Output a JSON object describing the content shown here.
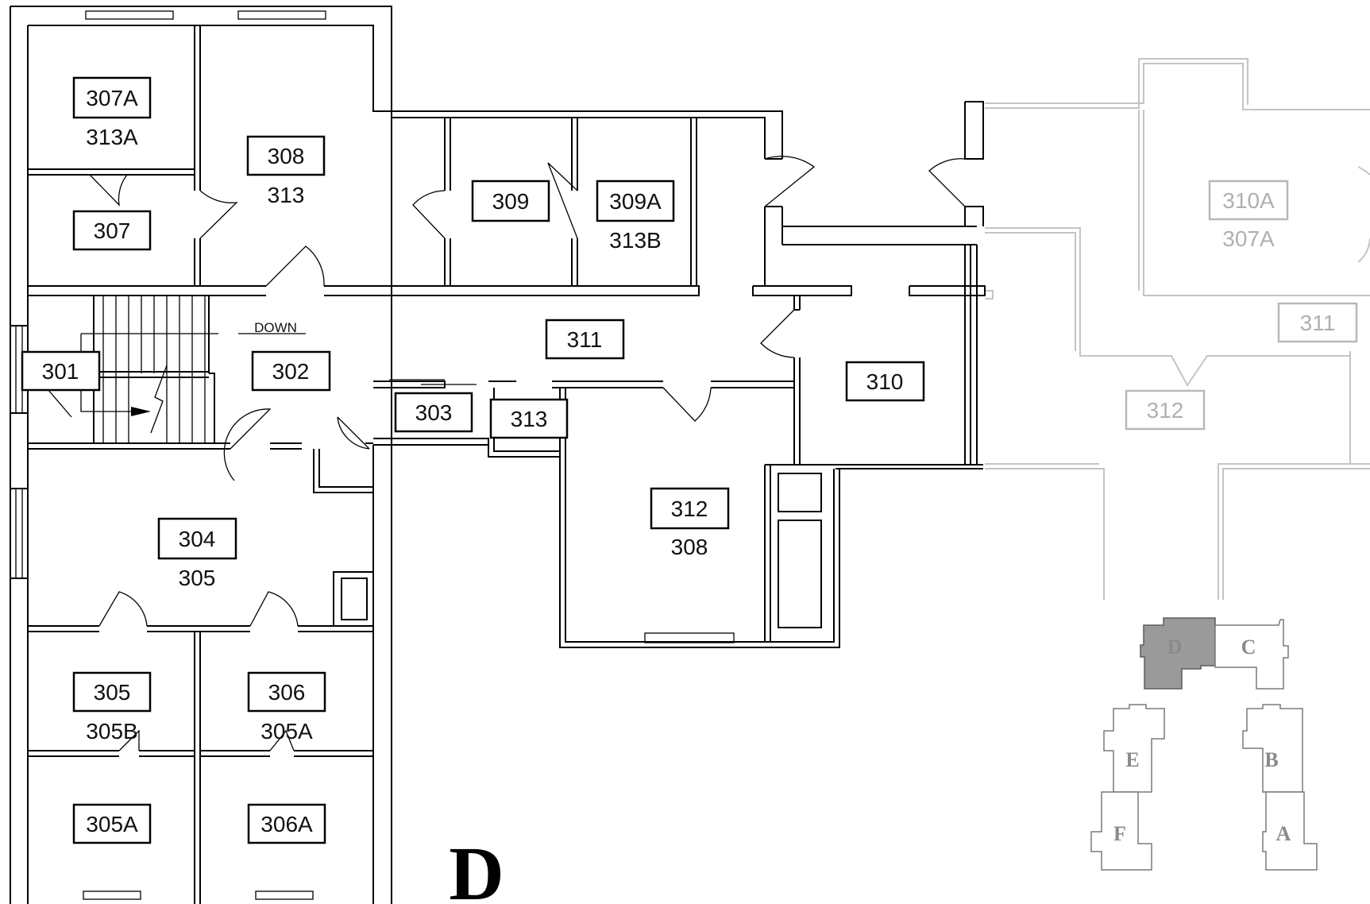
{
  "building_letter": "D",
  "stair_label": "DOWN",
  "rooms": [
    {
      "key": "r307A",
      "label": "307A",
      "sub": "313A"
    },
    {
      "key": "r307",
      "label": "307",
      "sub": ""
    },
    {
      "key": "r308",
      "label": "308",
      "sub": "313"
    },
    {
      "key": "r309",
      "label": "309",
      "sub": ""
    },
    {
      "key": "r309A",
      "label": "309A",
      "sub": "313B"
    },
    {
      "key": "r301",
      "label": "301",
      "sub": ""
    },
    {
      "key": "r302",
      "label": "302",
      "sub": ""
    },
    {
      "key": "r311",
      "label": "311",
      "sub": ""
    },
    {
      "key": "r303",
      "label": "303",
      "sub": ""
    },
    {
      "key": "r313",
      "label": "313",
      "sub": ""
    },
    {
      "key": "r310",
      "label": "310",
      "sub": ""
    },
    {
      "key": "r312",
      "label": "312",
      "sub": "308"
    },
    {
      "key": "r304",
      "label": "304",
      "sub": "305"
    },
    {
      "key": "r305",
      "label": "305",
      "sub": "305B"
    },
    {
      "key": "r306",
      "label": "306",
      "sub": "305A"
    },
    {
      "key": "r305A",
      "label": "305A",
      "sub": ""
    },
    {
      "key": "r306A",
      "label": "306A",
      "sub": ""
    }
  ],
  "adjacent_rooms": [
    {
      "key": "a310A",
      "label": "310A",
      "sub": "307A"
    },
    {
      "key": "a311",
      "label": "311",
      "sub": ""
    },
    {
      "key": "a312",
      "label": "312",
      "sub": ""
    }
  ],
  "key_map": {
    "selected": "D",
    "buildings": [
      "D",
      "C",
      "E",
      "B",
      "F",
      "A"
    ]
  }
}
